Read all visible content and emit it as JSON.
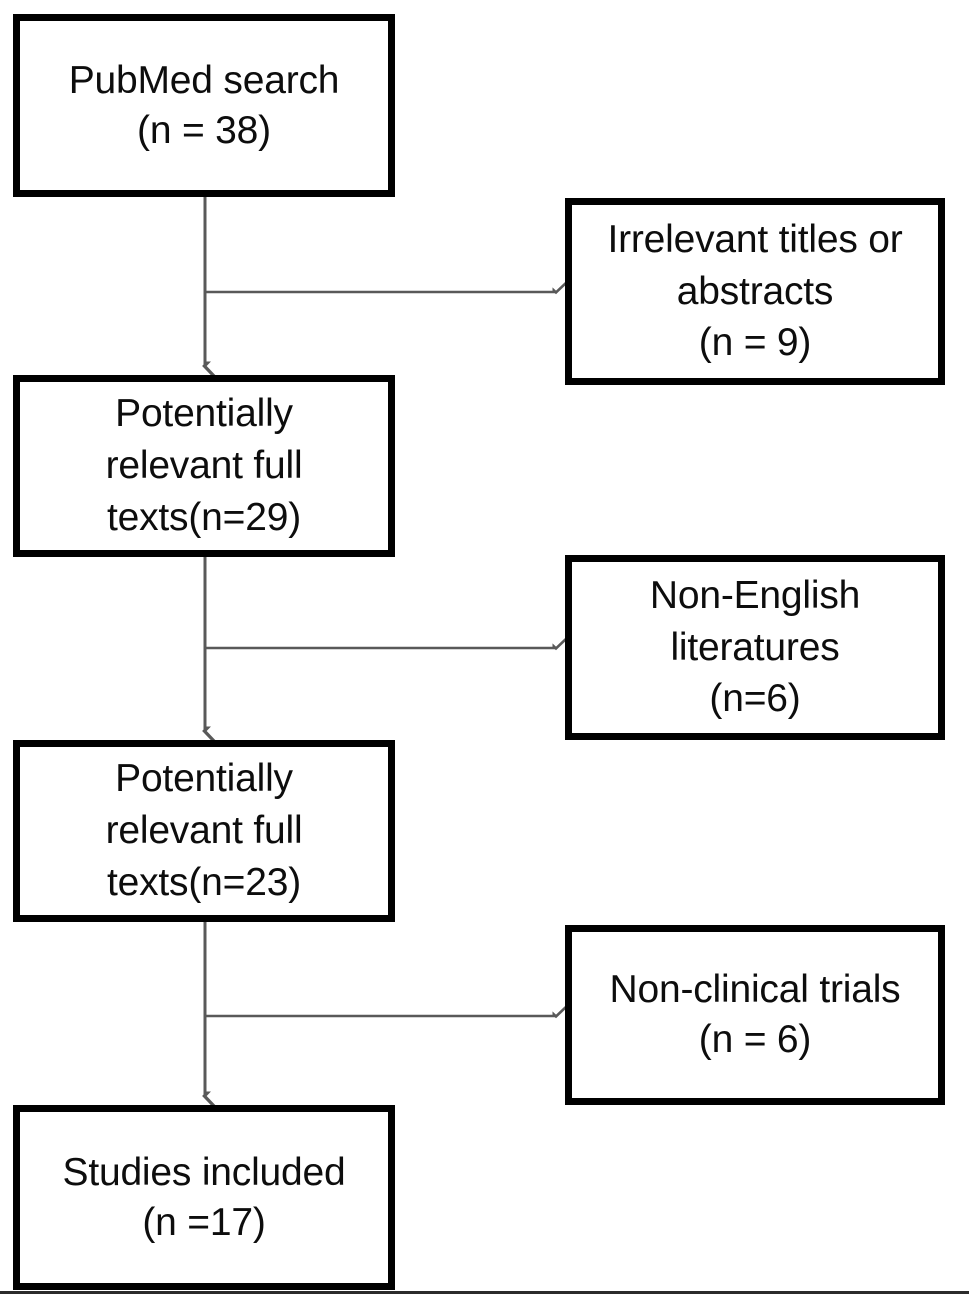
{
  "diagram": {
    "title": "PRISMA study selection flow diagram",
    "type": "flowchart",
    "orientation": "top-to-bottom with right-side exclusion branches",
    "colors": {
      "box_border": "#000000",
      "box_fill": "#ffffff",
      "text": "#0d0d0d",
      "connector": "#595959",
      "bottom_rule": "#2b2b2b"
    },
    "main_nodes": [
      {
        "id": "pubmed-search",
        "text": "PubMed search\n(n = 38)",
        "label": "PubMed search",
        "count": 38
      },
      {
        "id": "relevant-29",
        "text": "Potentially\nrelevant full\ntexts(n=29)",
        "label": "Potentially relevant full texts",
        "count": 29
      },
      {
        "id": "relevant-23",
        "text": "Potentially\nrelevant full\ntexts(n=23)",
        "label": "Potentially relevant full texts",
        "count": 23
      },
      {
        "id": "studies-included",
        "text": "Studies included\n(n =17)",
        "label": "Studies included",
        "count": 17
      }
    ],
    "exclusion_nodes": [
      {
        "id": "irrelevant-titles",
        "text": "Irrelevant titles or\nabstracts\n(n = 9)",
        "label": "Irrelevant titles or abstracts",
        "count": 9
      },
      {
        "id": "non-english",
        "text": "Non-English\nliteratures\n(n=6)",
        "label": "Non-English literatures",
        "count": 6
      },
      {
        "id": "non-clinical",
        "text": "Non-clinical trials\n(n = 6)",
        "label": "Non-clinical trials",
        "count": 6
      }
    ],
    "connectors": [
      {
        "id": "arrow-down-1",
        "from": "pubmed-search",
        "to": "relevant-29",
        "direction": "down"
      },
      {
        "id": "arrow-right-1",
        "from": "pubmed-search",
        "to": "irrelevant-titles",
        "direction": "right"
      },
      {
        "id": "arrow-down-2",
        "from": "relevant-29",
        "to": "relevant-23",
        "direction": "down"
      },
      {
        "id": "arrow-right-2",
        "from": "relevant-29",
        "to": "non-english",
        "direction": "right"
      },
      {
        "id": "arrow-down-3",
        "from": "relevant-23",
        "to": "studies-included",
        "direction": "down"
      },
      {
        "id": "arrow-right-3",
        "from": "relevant-23",
        "to": "non-clinical",
        "direction": "right"
      }
    ]
  }
}
